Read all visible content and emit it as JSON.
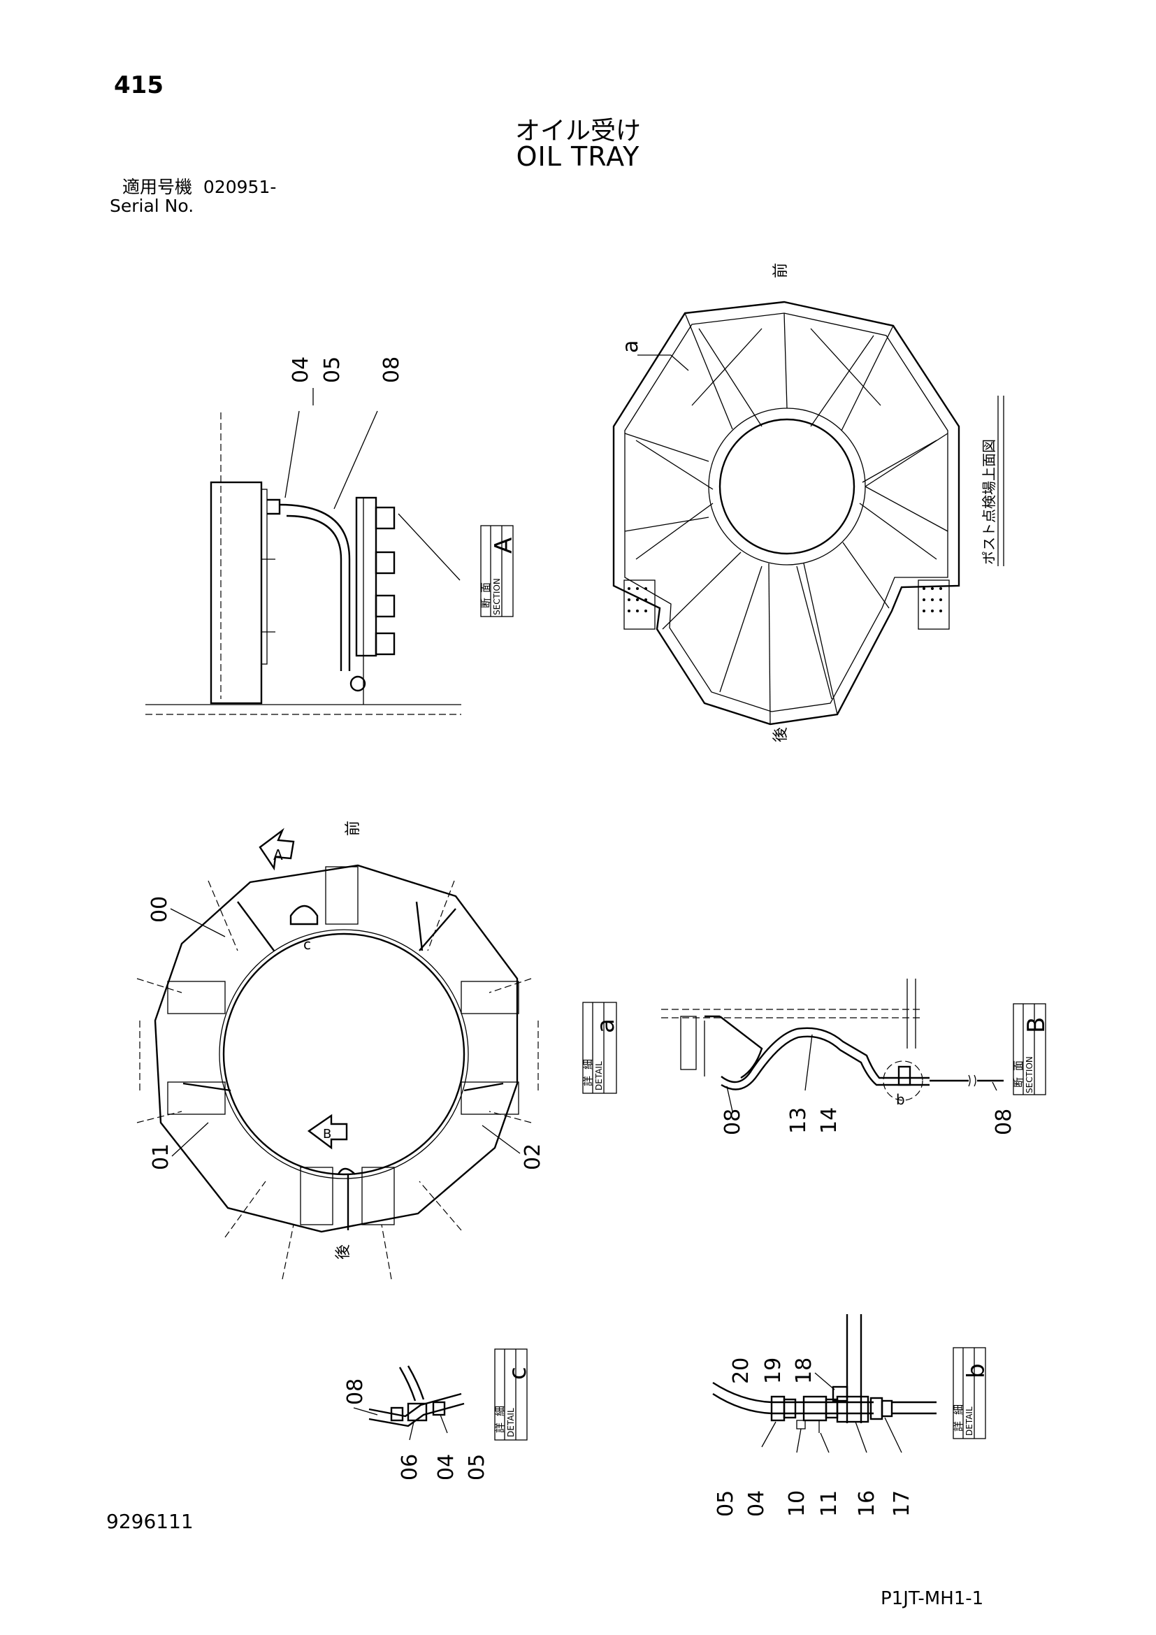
{
  "header": {
    "page_number": "415",
    "title_jp": "オイル受け",
    "title_en": "OIL TRAY",
    "serial_label_jp": "適用号機",
    "serial_value": "020951-",
    "serial_label_en": "Serial No."
  },
  "footer": {
    "document_number": "9296111",
    "reference_code": "P1JT-MH1-1"
  },
  "views": {
    "top_view_caption": "ポスト点検場上面図",
    "front_marker": "前",
    "rear_marker": "後",
    "section_a": {
      "jp_a": "断",
      "jp_b": "面",
      "en": "SECTION",
      "letter": "A"
    },
    "section_b": {
      "jp_a": "断",
      "jp_b": "面",
      "en": "SECTION",
      "letter": "B"
    },
    "detail_a": {
      "jp_a": "詳",
      "jp_b": "細",
      "en": "DETAIL",
      "letter": "a"
    },
    "detail_b": {
      "jp_a": "詳",
      "jp_b": "細",
      "en": "DETAIL",
      "letter": "b"
    },
    "detail_c": {
      "jp_a": "詳",
      "jp_b": "細",
      "en": "DETAIL",
      "letter": "c"
    },
    "arrow_a": "A",
    "arrow_b": "B",
    "detail_ref_a": "a",
    "detail_ref_b": "b",
    "detail_ref_c": "c"
  },
  "callouts": {
    "section_a": [
      "04",
      "05",
      "08"
    ],
    "section_b": [
      "08",
      "13",
      "14",
      "08"
    ],
    "detail_a": [
      "00",
      "01",
      "02"
    ],
    "detail_c": [
      "08",
      "06",
      "04",
      "05"
    ],
    "detail_b_top": [
      "20",
      "19",
      "18"
    ],
    "detail_b_bottom": [
      "05",
      "04",
      "10",
      "11",
      "16",
      "17"
    ]
  }
}
